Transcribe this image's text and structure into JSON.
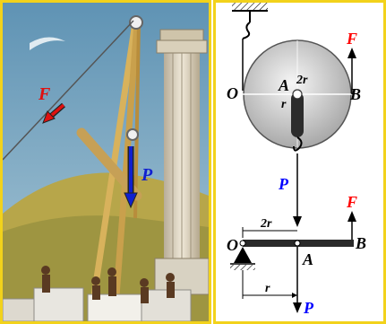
{
  "left_illustration": {
    "labels": {
      "force": "F",
      "load": "P"
    },
    "colors": {
      "force": "#e01010",
      "load": "#1020d0",
      "frame": "#f2d21b"
    }
  },
  "pulley_diagram": {
    "labels": {
      "pivot": "O",
      "center": "A",
      "rim": "B",
      "force": "F",
      "load": "P",
      "radius": "r",
      "diameter": "2r"
    },
    "colors": {
      "force": "#ff0000",
      "load": "#0000ff"
    }
  },
  "lever_diagram": {
    "labels": {
      "pivot": "O",
      "center": "A",
      "end": "B",
      "force": "F",
      "load": "P",
      "span": "2r",
      "arm": "r"
    }
  }
}
